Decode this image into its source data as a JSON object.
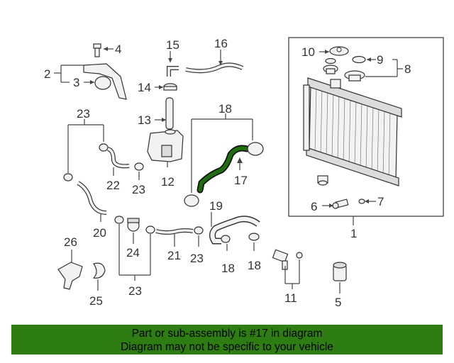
{
  "colors": {
    "highlight": "#1f6e0e",
    "banner": "#2e7d12",
    "line": "#444444"
  },
  "callouts": {
    "c1": "1",
    "c2": "2",
    "c3": "3",
    "c4": "4",
    "c5": "5",
    "c6": "6",
    "c7": "7",
    "c8": "8",
    "c9": "9",
    "c10": "10",
    "c11": "11",
    "c12": "12",
    "c13": "13",
    "c14": "14",
    "c15": "15",
    "c16": "16",
    "c17": "17",
    "c18a": "18",
    "c18b": "18",
    "c18c": "18",
    "c19": "19",
    "c20": "20",
    "c21": "21",
    "c22": "22",
    "c23a": "23",
    "c23b": "23",
    "c23c": "23",
    "c23d": "23",
    "c24": "24",
    "c25": "25",
    "c26": "26"
  },
  "banner": {
    "line1": "Part or sub-assembly is #17 in diagram",
    "line2": "Diagram may not be specific to your vehicle"
  }
}
